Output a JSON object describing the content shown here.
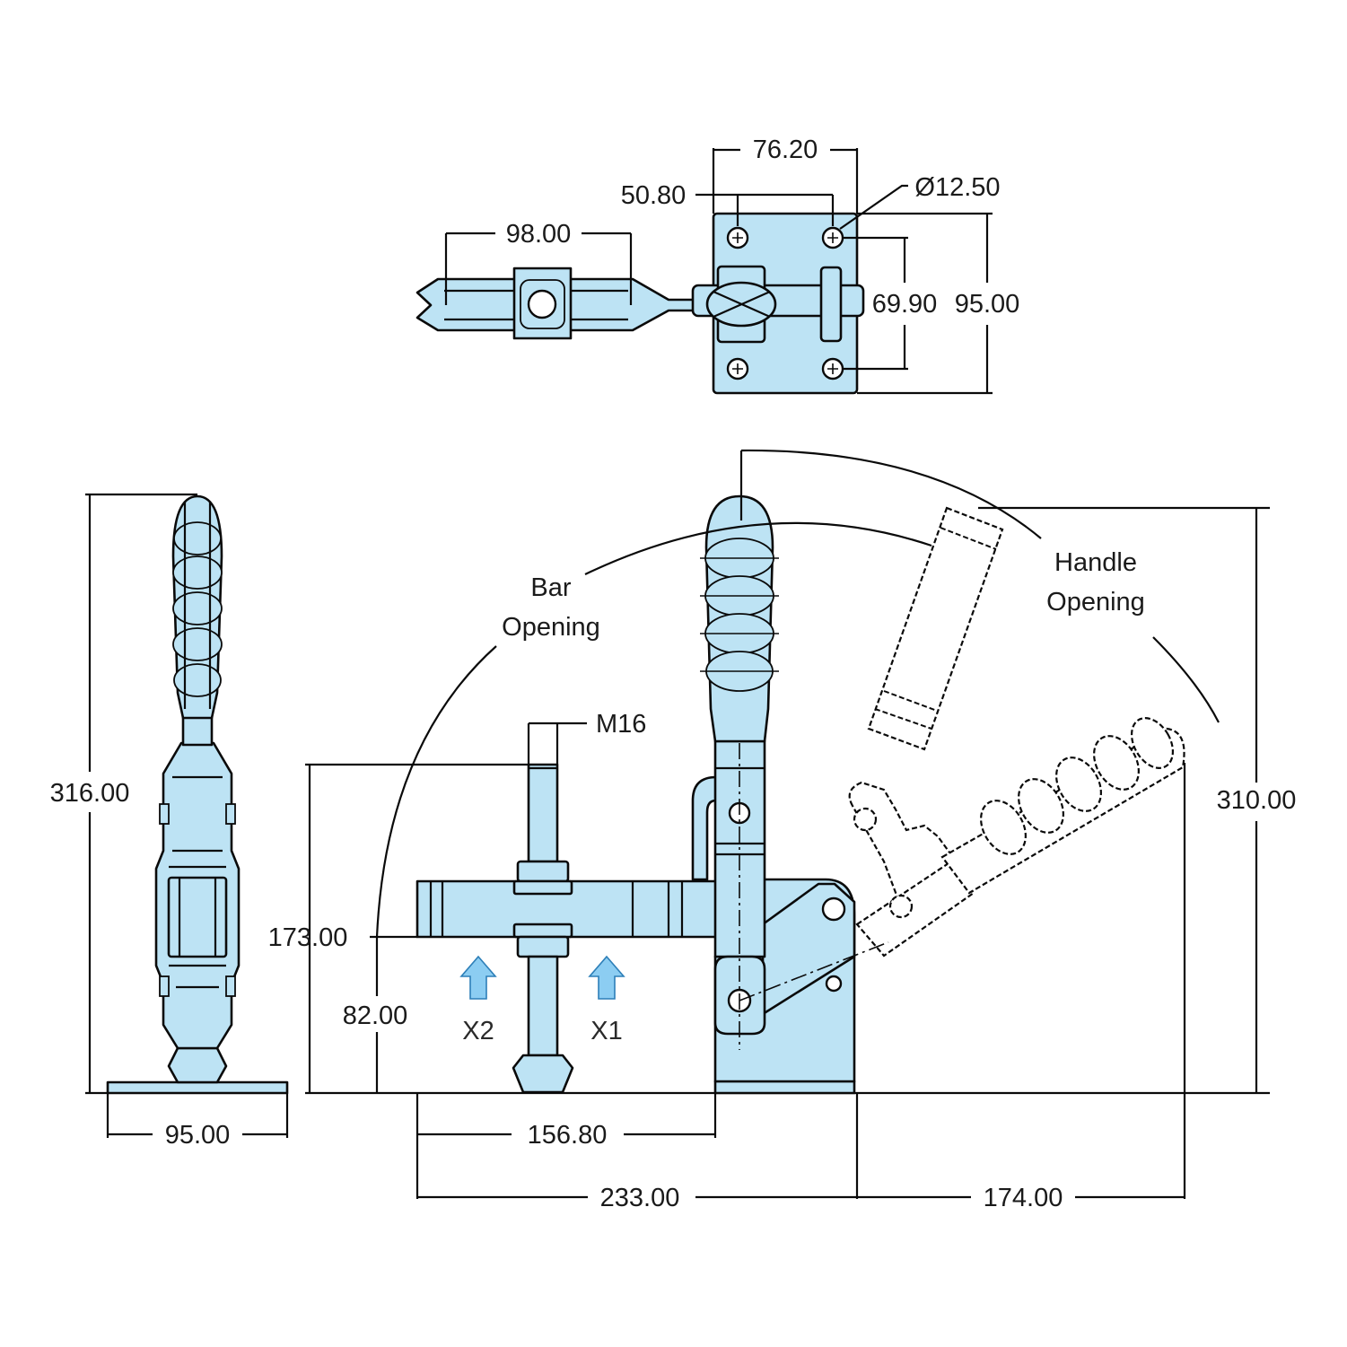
{
  "colors": {
    "part_fill": "#bde3f4",
    "line": "#0a0a0a",
    "force_arrow_fill": "#8ccdf2",
    "force_arrow_stroke": "#2d7fb8",
    "background": "#ffffff"
  },
  "top_view": {
    "dim_plate_width": "76.20",
    "dim_hole_spacing_x": "50.80",
    "dim_hole_diameter": "Ø12.50",
    "dim_bar_length": "98.00",
    "dim_hole_spacing_y": "69.90",
    "dim_plate_height": "95.00"
  },
  "end_view": {
    "dim_height": "316.00",
    "dim_base_width": "95.00"
  },
  "side_view": {
    "label_bar_opening": [
      "Bar",
      "Opening"
    ],
    "label_handle_opening": [
      "Handle",
      "Opening"
    ],
    "label_thread": "M16",
    "dim_spindle_height": "173.00",
    "dim_bar_height": "82.00",
    "dim_overall_height": "310.00",
    "dim_bar_reach": "156.80",
    "dim_total_length": "233.00",
    "dim_handle_reach": "174.00",
    "force_label_x2": "X2",
    "force_label_x1": "X1"
  }
}
